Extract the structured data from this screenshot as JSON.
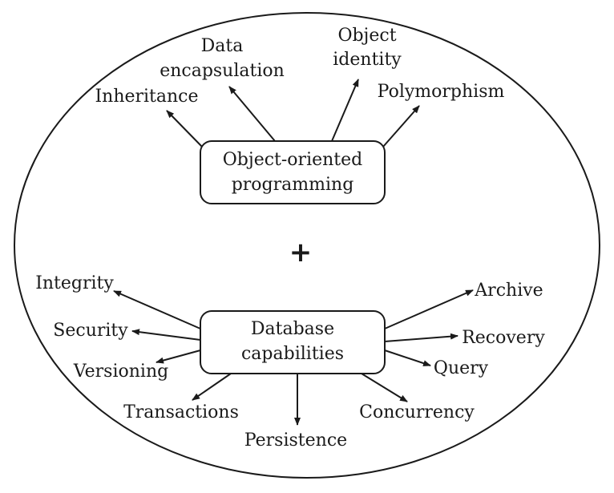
{
  "oop": {
    "title_line1": "Object-oriented",
    "title_line2": "programming",
    "features": {
      "inheritance": "Inheritance",
      "encapsulation_line1": "Data",
      "encapsulation_line2": "encapsulation",
      "identity_line1": "Object",
      "identity_line2": "identity",
      "polymorphism": "Polymorphism"
    }
  },
  "combiner": "+",
  "db": {
    "title_line1": "Database",
    "title_line2": "capabilities",
    "features": {
      "integrity": "Integrity",
      "security": "Security",
      "versioning": "Versioning",
      "transactions": "Transactions",
      "persistence": "Persistence",
      "concurrency": "Concurrency",
      "query": "Query",
      "recovery": "Recovery",
      "archive": "Archive"
    }
  }
}
